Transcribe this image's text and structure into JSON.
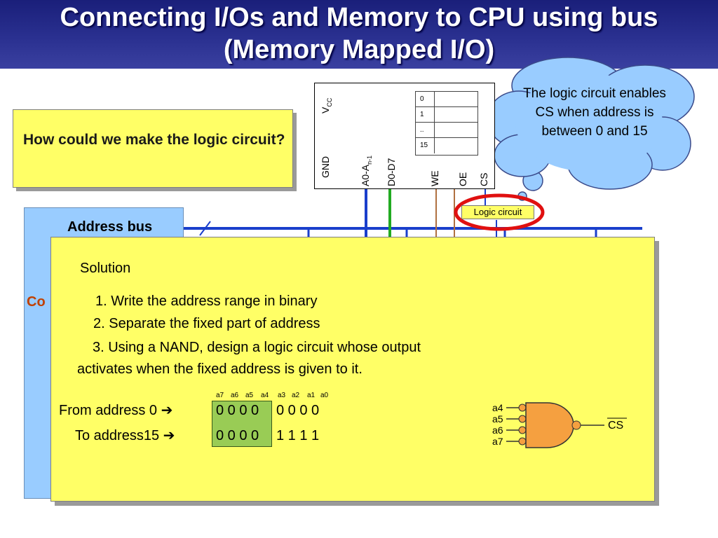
{
  "title": {
    "line1": "Connecting I/Os and Memory to CPU using bus",
    "line2": "(Memory Mapped I/O)"
  },
  "question": {
    "text": "How could we make the logic circuit?"
  },
  "cpu": {
    "label_visible": "Co",
    "address_bus_label": "Address bus"
  },
  "memory_chip": {
    "pin_vcc": "V",
    "pin_vcc_sub": "CC",
    "pin_gnd": "GND",
    "pin_addr": "A0-A",
    "pin_addr_sub": "n-1",
    "pin_data": "D0-D7",
    "pin_we": "WE",
    "pin_oe": "OE",
    "pin_cs": "CS",
    "table_rows": [
      "0",
      "1",
      "..",
      "15"
    ]
  },
  "logic_circuit": {
    "label": "Logic circuit"
  },
  "cloud": {
    "text": "The logic circuit enables CS when address is between 0 and 15"
  },
  "solution": {
    "heading": "Solution",
    "step1": "1. Write the address range in binary",
    "step2": "2. Separate the fixed part of address",
    "step3_line1": "3. Using a NAND, design a logic circuit whose output",
    "step3_line2": "activates when the fixed address is given to it.",
    "bit_labels": [
      "a7",
      "a6",
      "a5",
      "a4",
      "a3",
      "a2",
      "a1",
      "a0"
    ],
    "from_label": "From address 0",
    "to_label": "To address15",
    "from_high": "0 0 0 0",
    "from_low": "0 0 0 0",
    "to_high": "0 0 0 0",
    "to_low": "1 1 1 1",
    "arrow": "➔"
  },
  "nand_gate": {
    "inputs": [
      "a4",
      "a5",
      "a6",
      "a7"
    ],
    "output": "CS"
  },
  "colors": {
    "title_bg": "#2a3090",
    "box_yellow": "#ffff66",
    "cpu_blue": "#99ccff",
    "bus_blue": "#1a3fcc",
    "data_green": "#22aa22",
    "highlight_red": "#e01010",
    "gate_orange": "#f5a040",
    "fixed_bits_green": "#99cc55"
  }
}
